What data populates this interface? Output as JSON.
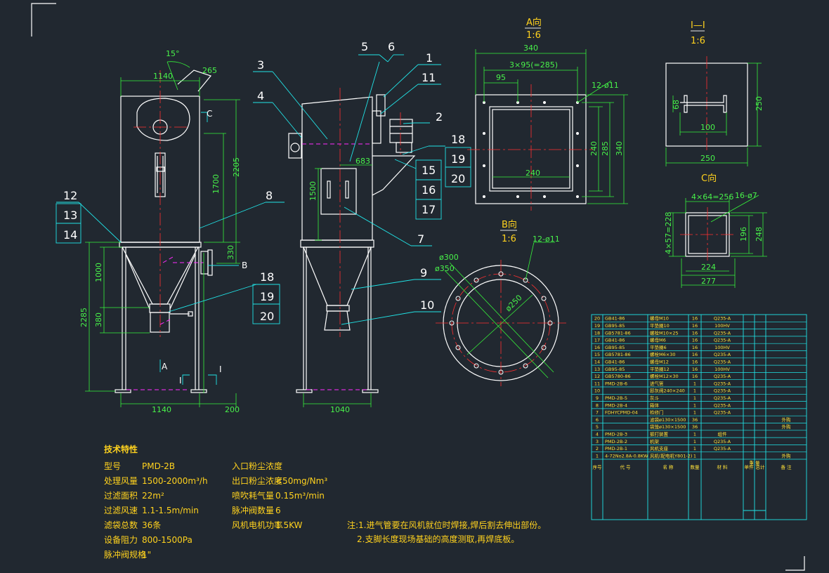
{
  "callouts": {
    "front": [
      "12",
      "13",
      "14"
    ],
    "side": [
      "3",
      "4",
      "5",
      "6",
      "1",
      "11",
      "2",
      "18",
      "19",
      "20",
      "15",
      "16",
      "17",
      "7",
      "9",
      "10"
    ],
    "front_bottom": [
      "18",
      "19",
      "20"
    ],
    "front_8": "8"
  },
  "views": {
    "a_title": "A向",
    "a_scale": "1:6",
    "b_title": "B向",
    "b_scale": "1:6",
    "c_title": "C向",
    "section_title": "I—I",
    "section_scale": "1:6"
  },
  "dims": {
    "front_top_width": "1140",
    "front_angle": "15°",
    "front_265": "265",
    "front_c": "C",
    "front_2205": "2205",
    "front_1700": "1700",
    "front_330": "330",
    "front_b": "B",
    "front_1000": "1000",
    "front_380": "380",
    "front_2285": "2285",
    "front_a": "A",
    "front_i_left": "I",
    "front_i_right": "I",
    "front_bottom_width": "1140",
    "front_200": "200",
    "side_683": "683",
    "side_1500": "1500",
    "side_bottom_width": "1040",
    "a_340_top": "340",
    "a_3x95": "3×95(=285)",
    "a_95": "95",
    "a_12holes": "12-ø11",
    "a_240_v": "240",
    "a_285_v": "285",
    "a_340_v": "340",
    "a_240_h": "240",
    "b_300": "ø300",
    "b_350": "ø350",
    "b_12holes": "12-ø11",
    "b_250": "ø250",
    "s_68": "68",
    "s_100": "100",
    "s_250_v": "250",
    "s_250_h": "250",
    "c_4x64": "4×64=256",
    "c_16holes": "16-ø7",
    "c_4x57": "4×57=228",
    "c_196": "196",
    "c_248": "248",
    "c_224": "224",
    "c_277": "277"
  },
  "parts_table": {
    "rows": [
      [
        "20",
        "GB41-86",
        "螺母M10",
        "16",
        "Q235-A",
        "",
        "",
        ""
      ],
      [
        "19",
        "GB95-85",
        "平垫圈10",
        "16",
        "100HV",
        "",
        "",
        ""
      ],
      [
        "18",
        "GB5781-86",
        "螺栓M10×25",
        "16",
        "Q235-A",
        "",
        "",
        ""
      ],
      [
        "17",
        "GB41-86",
        "螺母M6",
        "16",
        "Q235-A",
        "",
        "",
        ""
      ],
      [
        "16",
        "GB95-85",
        "平垫圈6",
        "16",
        "100HV",
        "",
        "",
        ""
      ],
      [
        "15",
        "GB5781-86",
        "螺栓M6×30",
        "16",
        "Q235-A",
        "",
        "",
        ""
      ],
      [
        "14",
        "GB41-86",
        "螺母M12",
        "16",
        "Q235-A",
        "",
        "",
        ""
      ],
      [
        "13",
        "GB95-85",
        "平垫圈12",
        "16",
        "100HV",
        "",
        "",
        ""
      ],
      [
        "12",
        "GB5780-86",
        "螺栓M12×30",
        "16",
        "Q235-A",
        "",
        "",
        ""
      ],
      [
        "11",
        "PMD-2B-6",
        "进气管",
        "1",
        "Q235-A",
        "",
        "",
        ""
      ],
      [
        "10",
        "",
        "卸灰阀240×240",
        "1",
        "Q235-A",
        "",
        "",
        ""
      ],
      [
        "9",
        "PMD-2B-5",
        "灰斗",
        "1",
        "Q235-A",
        "",
        "",
        ""
      ],
      [
        "8",
        "PMD-2B-4",
        "箱体",
        "1",
        "Q235-A",
        "",
        "",
        ""
      ],
      [
        "7",
        "FDHYCPMD-04",
        "检修门",
        "1",
        "Q235-A",
        "",
        "",
        ""
      ],
      [
        "6",
        "",
        "滤袋ø130×1500",
        "36",
        "",
        "",
        "",
        "外购"
      ],
      [
        "5",
        "",
        "袋笼ø130×1500",
        "36",
        "",
        "",
        "",
        "外购"
      ],
      [
        "4",
        "PMD-2B-3",
        "振打装置",
        "1",
        "组件",
        "",
        "",
        ""
      ],
      [
        "3",
        "PMD-2B-2",
        "机架",
        "1",
        "Q235-A",
        "",
        "",
        ""
      ],
      [
        "2",
        "PMD-2B-1",
        "风机支座",
        "1",
        "Q235-A",
        "",
        "",
        ""
      ],
      [
        "1",
        "4-72No2.8A-0.8KW",
        "风机(配电机Y801-2)",
        "1",
        "",
        "",
        "",
        "外购"
      ]
    ],
    "header": [
      "序号",
      "代 号",
      "名 称",
      "数量",
      "材 料",
      "单件",
      "总计",
      "备 注"
    ],
    "header_sub": "重 量"
  },
  "spec": {
    "title": "技术特性",
    "rows": [
      {
        "label": "型号",
        "value": "PMD-2B"
      },
      {
        "label": "处理风量",
        "value": "1500-2000m³/h"
      },
      {
        "label": "过滤面积",
        "value": "22m²"
      },
      {
        "label": "过滤风速",
        "value": "1.1-1.5m/min"
      },
      {
        "label": "滤袋总数",
        "value": "36条"
      },
      {
        "label": "设备阻力",
        "value": "800-1500Pa"
      },
      {
        "label": "脉冲阀规格",
        "value": "1\""
      }
    ],
    "rows2": [
      {
        "label": "入口粉尘浓度",
        "value": ""
      },
      {
        "label": "出口粉尘浓度",
        "value": "<50mg/Nm³"
      },
      {
        "label": "喷吹耗气量",
        "value": "0.15m³/min"
      },
      {
        "label": "脉冲阀数量",
        "value": "6"
      },
      {
        "label": "风机电机功率",
        "value": "1.5KW"
      }
    ]
  },
  "notes": {
    "line1": "注:1.进气管要在风机就位时焊接,焊后割去伸出部份。",
    "line2": "2.支脚长度现场基础的高度测取,再焊底板。"
  }
}
